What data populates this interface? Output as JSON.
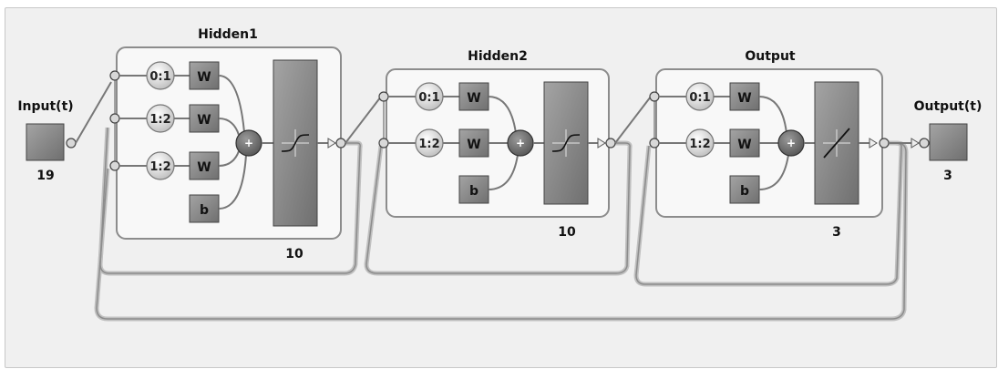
{
  "network": {
    "input": {
      "label": "Input(t)",
      "size": "19"
    },
    "output": {
      "label": "Output(t)",
      "size": "3"
    },
    "layers": [
      {
        "title": "Hidden1",
        "size": "10",
        "delays": [
          "0:1",
          "1:2",
          "1:2"
        ],
        "weight_label": "W",
        "bias_label": "b",
        "sum_label": "+",
        "transfer": "tansig"
      },
      {
        "title": "Hidden2",
        "size": "10",
        "delays": [
          "0:1",
          "1:2"
        ],
        "weight_label": "W",
        "bias_label": "b",
        "sum_label": "+",
        "transfer": "tansig"
      },
      {
        "title": "Output",
        "size": "3",
        "delays": [
          "0:1",
          "1:2"
        ],
        "weight_label": "W",
        "bias_label": "b",
        "sum_label": "+",
        "transfer": "purelin"
      }
    ]
  },
  "colors": {
    "block_fill": "#8a8a8a",
    "block_dark": "#555555",
    "layer_bg": "#f7f7f7",
    "wire": "#7a7a7a",
    "background": "#f0f0f0"
  }
}
